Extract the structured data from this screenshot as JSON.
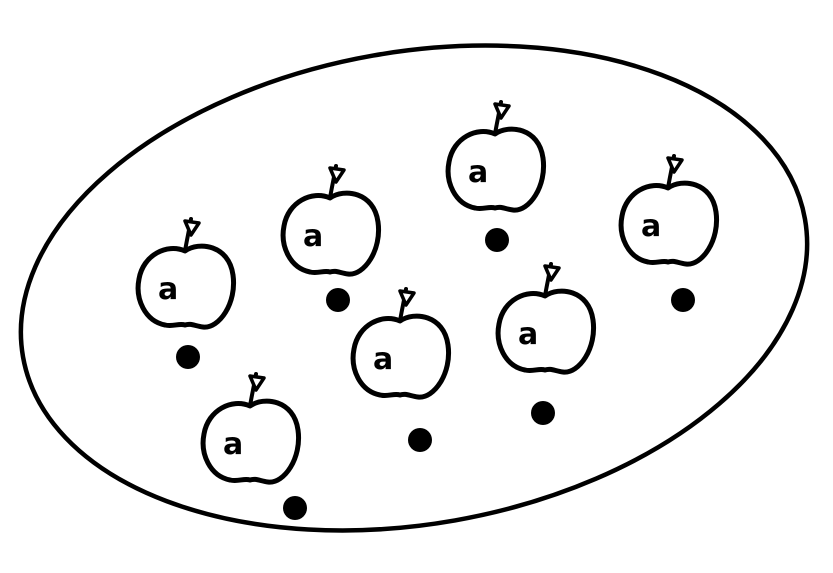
{
  "apples": [
    {
      "letter": "a"
    },
    {
      "letter": "a"
    },
    {
      "letter": "a"
    },
    {
      "letter": "a"
    },
    {
      "letter": "a"
    },
    {
      "letter": "a"
    },
    {
      "letter": "a"
    }
  ]
}
